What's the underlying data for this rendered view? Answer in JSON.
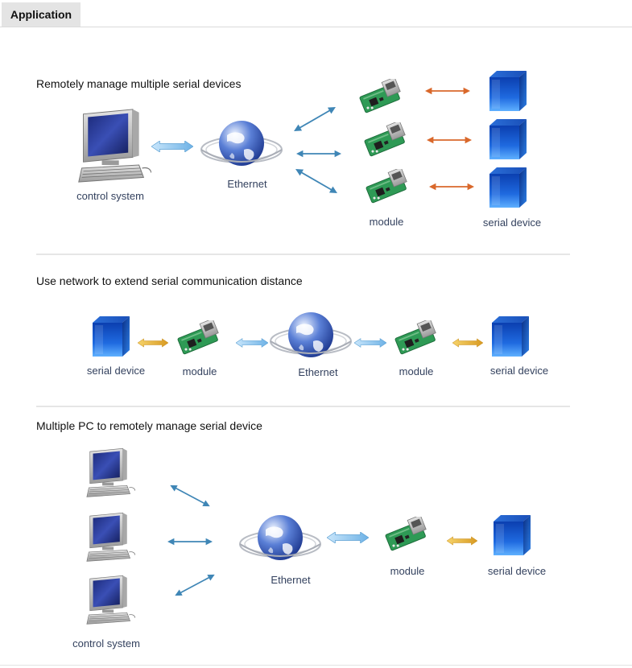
{
  "header": {
    "tab_label": "Application"
  },
  "sections": [
    {
      "title": "Remotely manage multiple serial devices",
      "labels": {
        "control_system": "control system",
        "ethernet": "Ethernet",
        "module": "module",
        "serial_device": "serial device"
      }
    },
    {
      "title": "Use network to extend serial communication distance",
      "labels": {
        "serial_device_left": "serial device",
        "module_left": "module",
        "ethernet": "Ethernet",
        "module_right": "module",
        "serial_device_right": "serial device"
      }
    },
    {
      "title": "Multiple PC to remotely manage serial device",
      "labels": {
        "control_system": "control system",
        "ethernet": "Ethernet",
        "module": "module",
        "serial_device": "serial device"
      }
    }
  ],
  "colors": {
    "blue_arrow": "#3f86b6",
    "orange_arrow": "#d9682b",
    "yellow_arrow": "#e7b23d",
    "light_blue_arrow": "#8ec6ee",
    "cube_blue": "#1763d3",
    "pcb_green": "#2e9a55",
    "globe_blue": "#22439e"
  },
  "icons": [
    "monitor-icon",
    "globe-icon",
    "module-icon",
    "serial-device-icon",
    "double-arrow-icon"
  ]
}
